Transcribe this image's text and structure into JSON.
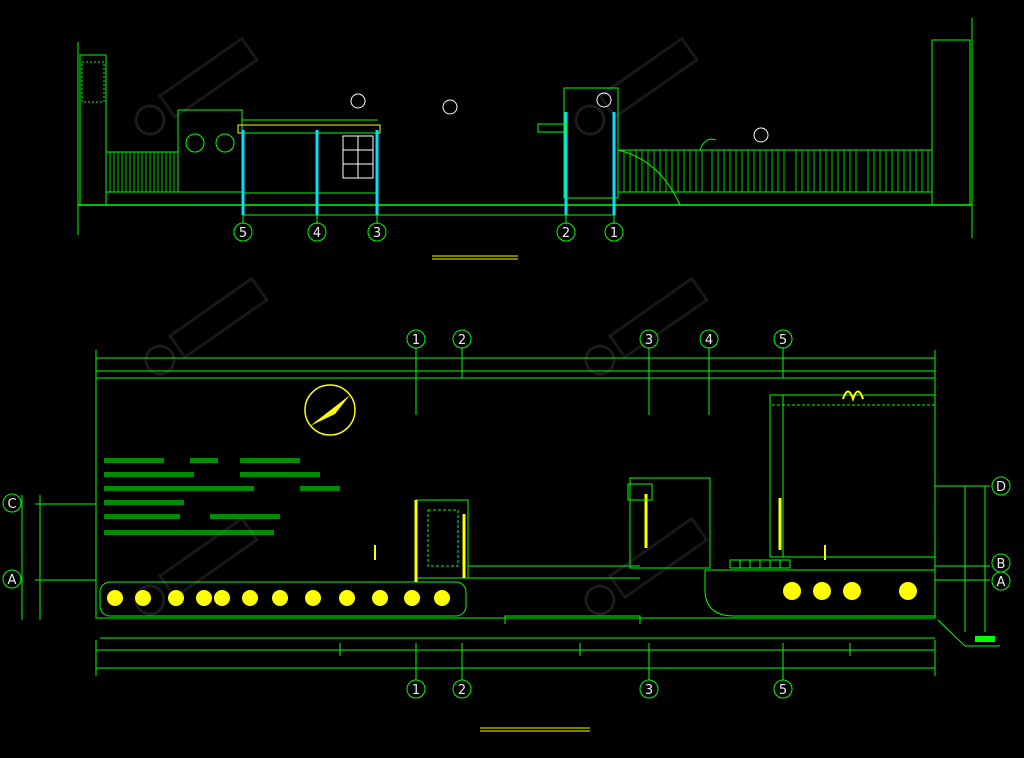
{
  "drawing": {
    "elevation": {
      "axes": [
        "5",
        "4",
        "3",
        "2",
        "1"
      ]
    },
    "plan": {
      "top_axes": [
        "1",
        "2",
        "3",
        "4",
        "5"
      ],
      "bottom_axes": [
        "1",
        "2",
        "3",
        "5"
      ],
      "left_axes": [
        "C",
        "A"
      ],
      "right_axes": [
        "D",
        "B",
        "A"
      ]
    }
  },
  "colors": {
    "background": "#000000",
    "lines": "#00ff00",
    "annotation": "#ffff00",
    "walls": "#ffffff",
    "columns": "#00e0ff"
  },
  "icons": {
    "north_arrow": "north-arrow-icon",
    "gate_ornament": "gate-ornament-icon",
    "watermark": "watermark-logo-icon"
  }
}
